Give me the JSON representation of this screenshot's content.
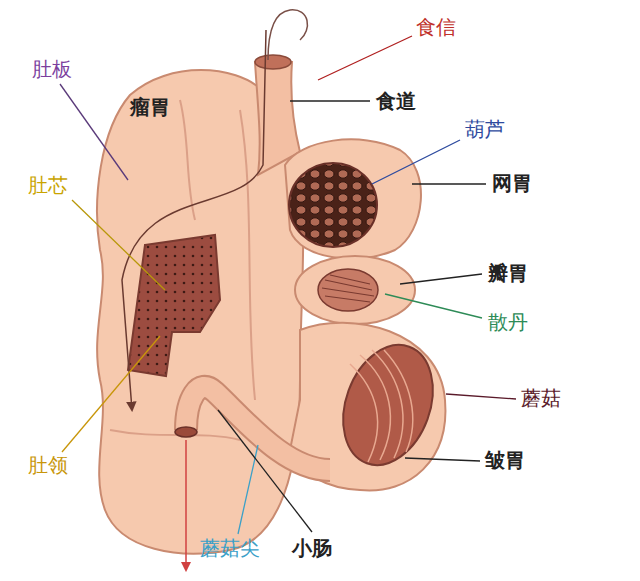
{
  "diagram": {
    "labels": [
      "食信",
      "肚板",
      "瘤胃",
      "食道",
      "葫芦",
      "网胃",
      "肚芯",
      "瓣胃",
      "散丹",
      "蘑菇",
      "皱胃",
      "肚领",
      "蘑菇尖",
      "小肠"
    ]
  }
}
